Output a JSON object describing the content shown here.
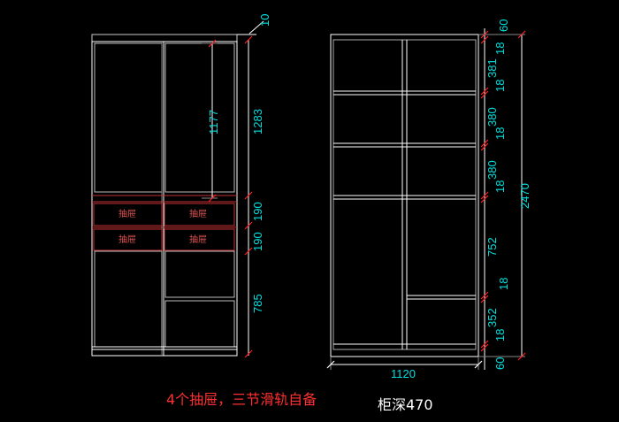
{
  "left_view": {
    "drawer_labels": [
      "抽屉",
      "抽屉",
      "抽屉",
      "抽屉"
    ],
    "dims": {
      "top_gap": "10",
      "upper_door_height": "1283",
      "inner_height": "1177",
      "drawer_1": "190",
      "drawer_2": "190",
      "bottom": "785"
    }
  },
  "right_view": {
    "dims": {
      "top": "60",
      "shelf_1": "18",
      "space_1": "381",
      "shelf_2": "18",
      "space_2": "380",
      "shelf_3": "18",
      "space_3": "380",
      "shelf_4": "18",
      "space_4": "752",
      "shelf_5": "18",
      "space_5": "352",
      "shelf_6": "18",
      "bottom": "60",
      "total_height": "2470",
      "width": "1120"
    }
  },
  "notes": {
    "drawer_note": "4个抽屉，三节滑轨自备",
    "depth_note": "柜深470"
  },
  "colors": {
    "background": "#000000",
    "cabinet": "#ffffff",
    "dimension": "#00e0e0",
    "label": "#e05050",
    "note": "#ff3030",
    "tick": "#ff2020"
  }
}
